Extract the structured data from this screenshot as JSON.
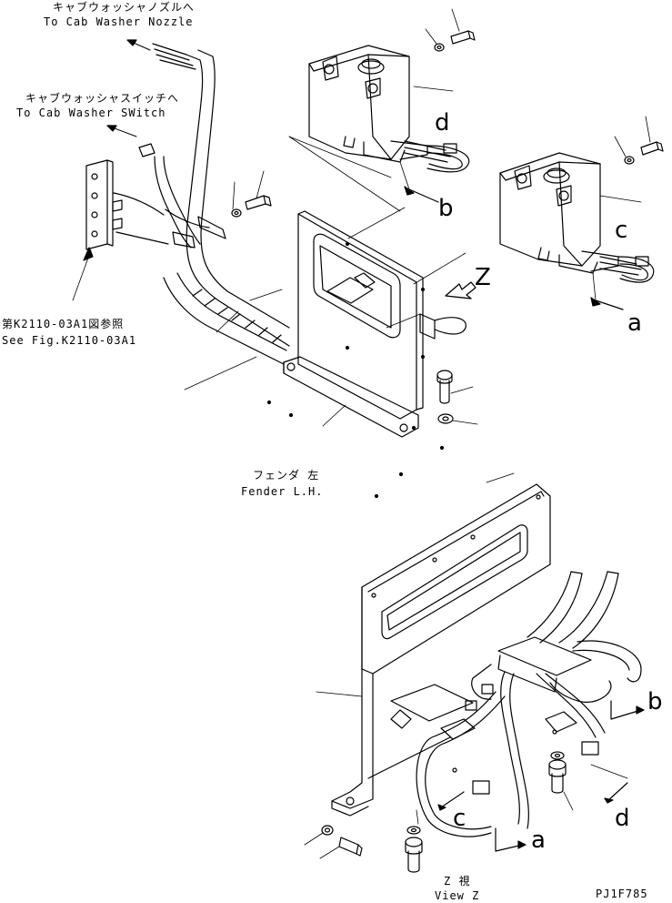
{
  "labels": {
    "nozzle_jp": "キャブウォッシャノズルへ",
    "nozzle_en": "To Cab Washer Nozzle",
    "switch_jp": "キャブウォッシャスイッチへ",
    "switch_en": "To Cab Washer SWitch",
    "fig_jp": "第K2110-03A1図参照",
    "fig_en": "See Fig.K2110-03A1",
    "fender_jp": "フェンダ 左",
    "fender_en": "Fender L.H.",
    "viewz_jp": "Z  視",
    "viewz_en": "View Z",
    "code": "PJ1F785"
  },
  "callouts": {
    "a_top": "a",
    "b_top": "b",
    "c_top": "c",
    "d_top": "d",
    "z_top": "Z",
    "a_bottom": "a",
    "b_bottom": "b",
    "c_bottom": "c",
    "d_bottom": "d"
  },
  "colors": {
    "ink": "#000000",
    "paper": "#ffffff"
  }
}
